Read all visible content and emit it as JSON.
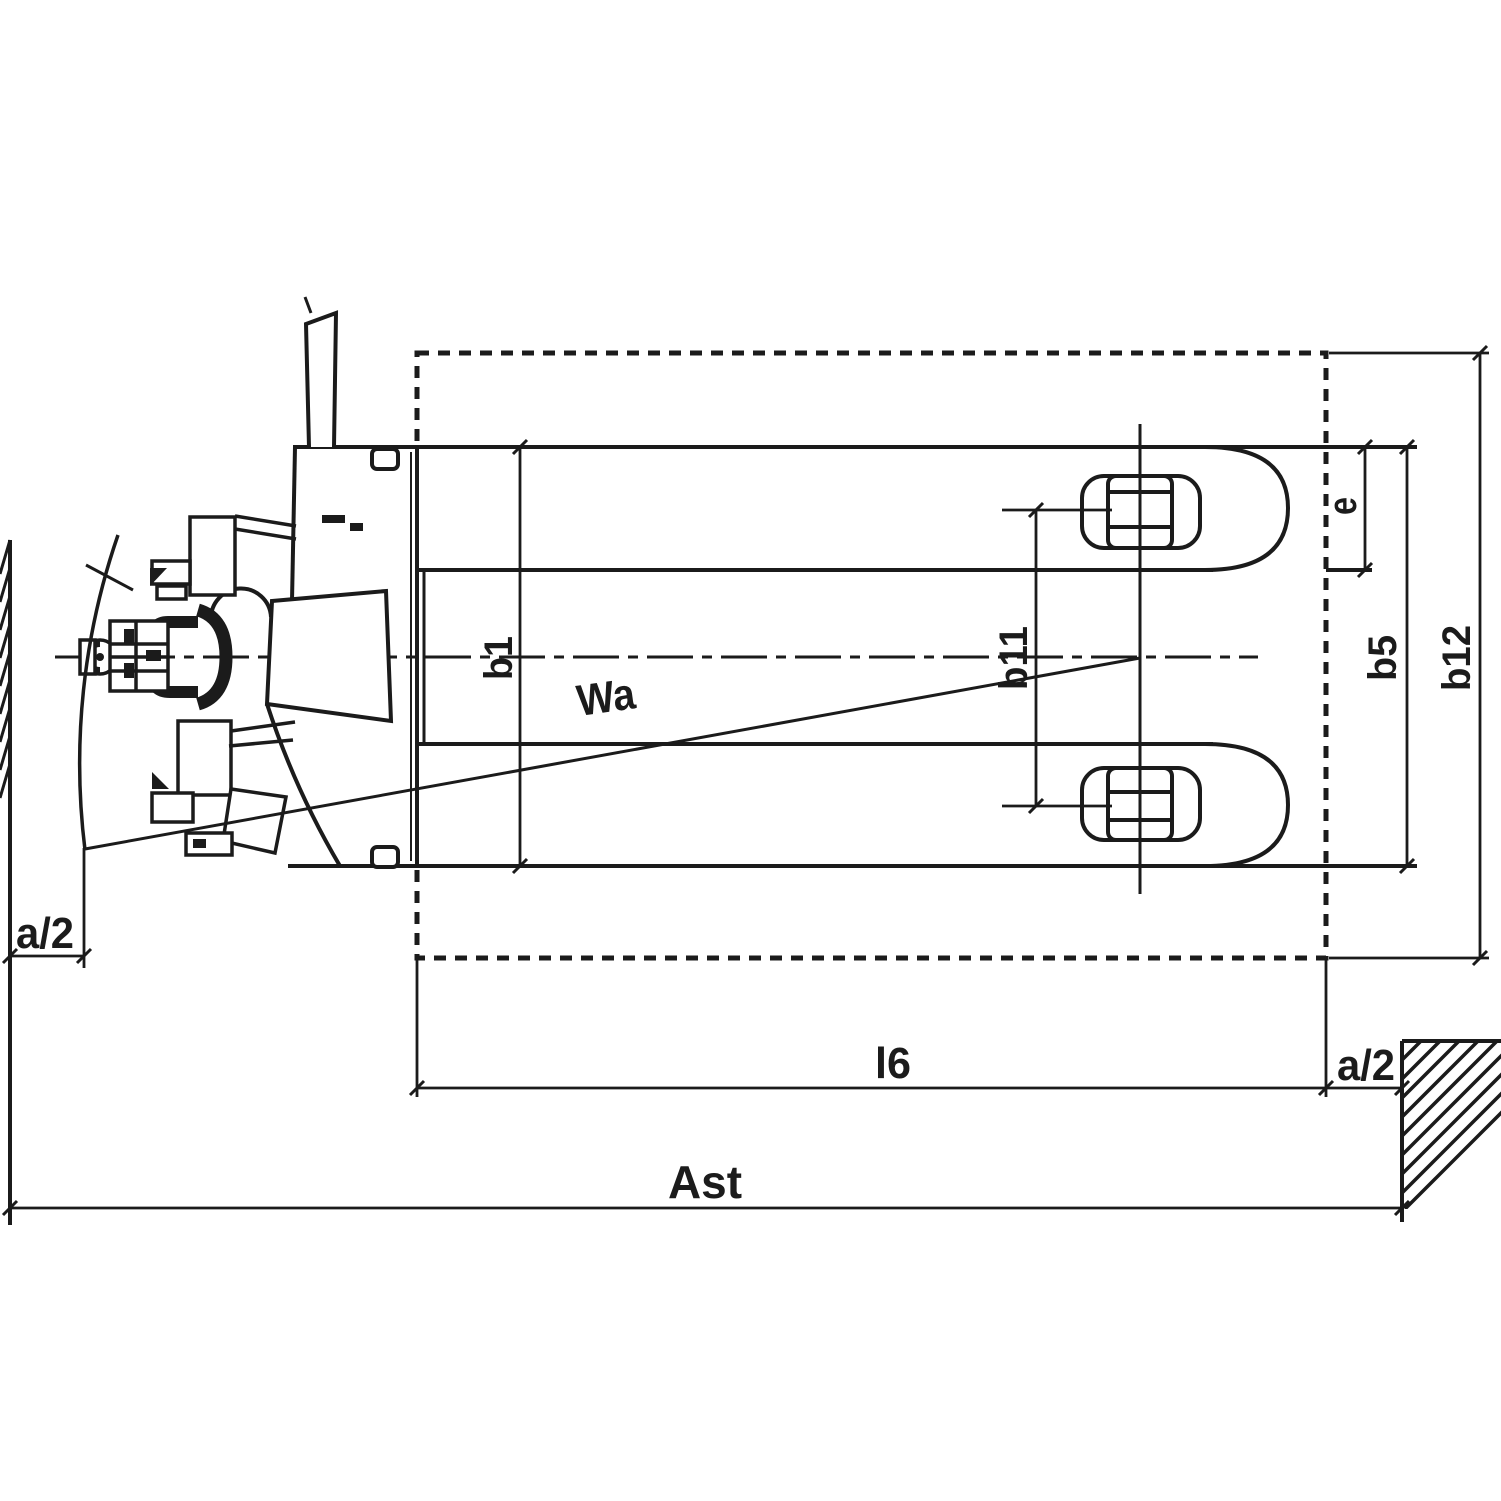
{
  "drawing": {
    "labels": {
      "b1": "b1",
      "b11": "b11",
      "b5": "b5",
      "b12": "b12",
      "e": "e",
      "wa": "Wa",
      "l6": "l6",
      "ast": "Ast",
      "a2_left": "a/2",
      "a2_right": "a/2"
    },
    "colors": {
      "line": "#1b1b1b",
      "background": "#ffffff"
    }
  }
}
